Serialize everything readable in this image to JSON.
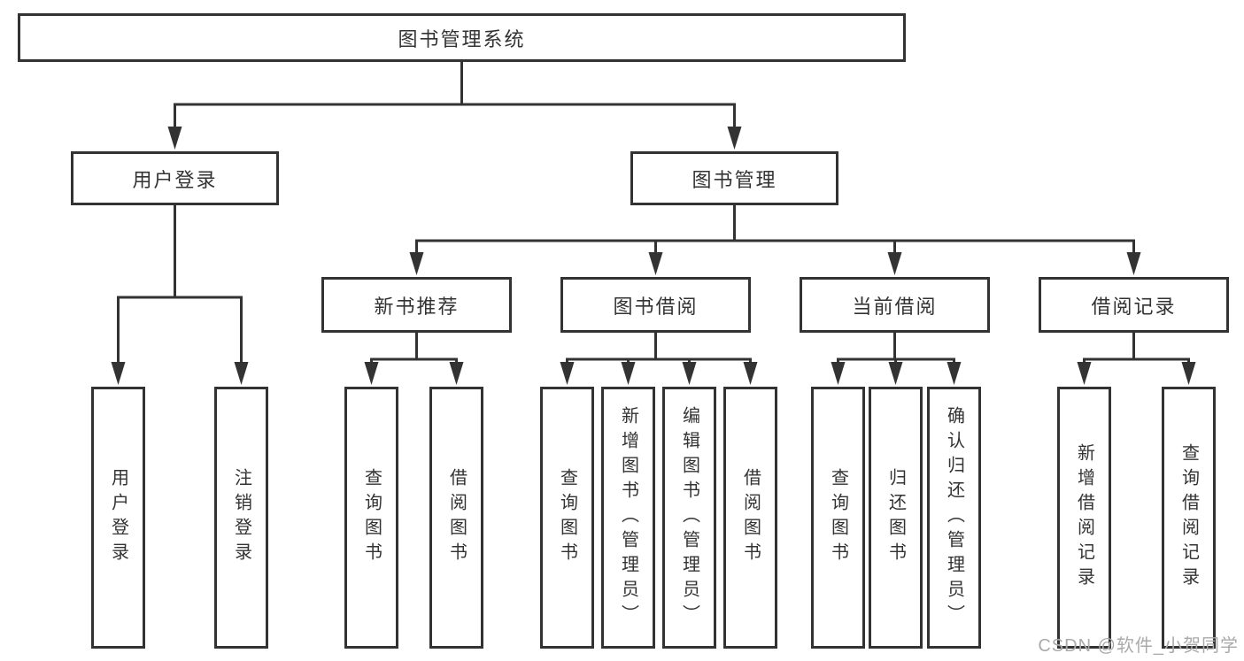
{
  "nodes": {
    "system": "图书管理系统",
    "user_login": "用户登录",
    "book_management": "图书管理",
    "new_book_recommend": "新书推荐",
    "book_borrow": "图书借阅",
    "current_borrow": "当前借阅",
    "borrow_records": "借阅记录",
    "login": "用户登录",
    "logout": "注销登录",
    "rec_query_books": "查询图书",
    "rec_borrow_books": "借阅图书",
    "borrow_query_books": "查询图书",
    "borrow_add_books": "新增图书（管理员）",
    "borrow_edit_books": "编辑图书（管理员）",
    "borrow_borrow_books": "借阅图书",
    "current_query_books": "查询图书",
    "current_return_books": "归还图书",
    "current_confirm_return": "确认归还（管理员）",
    "records_add_record": "新增借阅记录",
    "records_query_record": "查询借阅记录"
  },
  "watermark": {
    "text": "CSDN @软件_小贺同学"
  },
  "colors": {
    "line": "#333333",
    "box_border": "#333333",
    "text": "#333333",
    "watermark": "#aaaaaa",
    "background": "#ffffff"
  }
}
